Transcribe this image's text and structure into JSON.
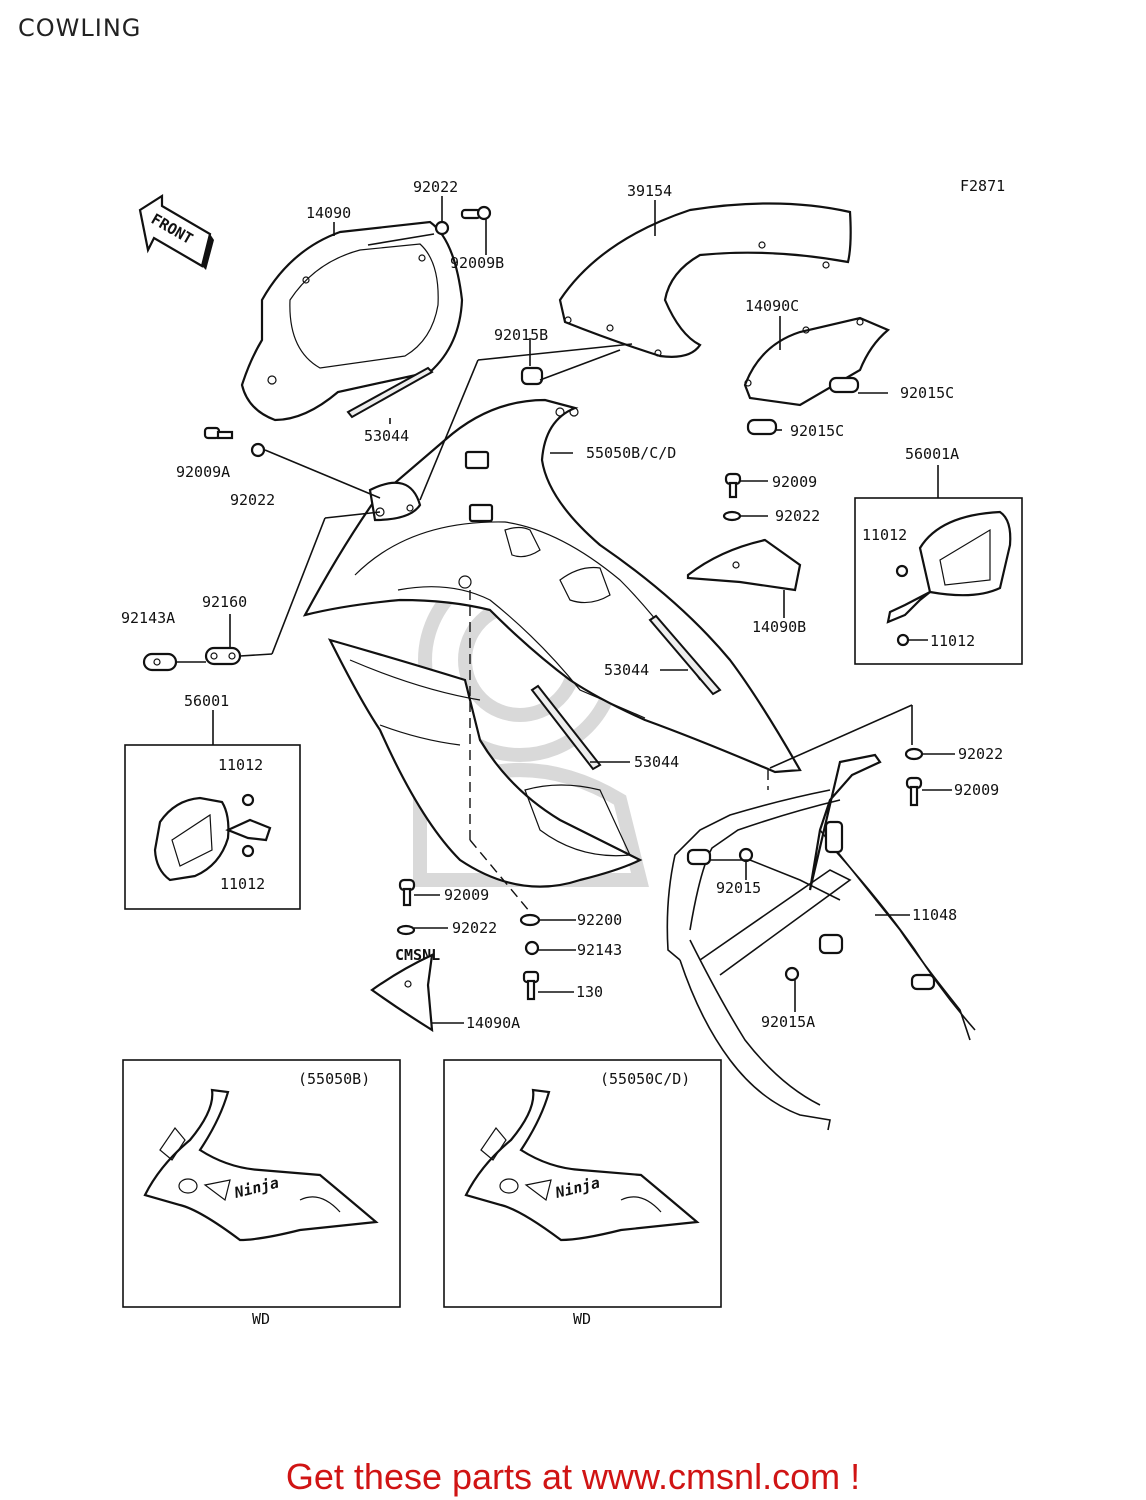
{
  "page": {
    "title": "COWLING",
    "footer_cta": "Get these parts at www.cmsnl.com !"
  },
  "diagram": {
    "figure_code": "F2871",
    "front_arrow": "FRONT",
    "watermark": "CMSNL",
    "part_labels": {
      "p92022_top": "92022",
      "p14090": "14090",
      "p92009B": "92009B",
      "p39154": "39154",
      "p92015B": "92015B",
      "p14090C": "14090C",
      "p92015C_1": "92015C",
      "p92015C_2": "92015C",
      "p53044_1": "53044",
      "p92009A": "92009A",
      "p92022_left": "92022",
      "p55050BCD": "55050B/C/D",
      "p92009_mid": "92009",
      "p92022_mid": "92022",
      "p56001A": "56001A",
      "p11012_r1": "11012",
      "p11012_r2": "11012",
      "p14090B": "14090B",
      "p92143A": "92143A",
      "p92160": "92160",
      "p53044_2": "53044",
      "p53044_3": "53044",
      "p56001": "56001",
      "p11012_l1": "11012",
      "p11012_l2": "11012",
      "p92022_right": "92022",
      "p92009_right": "92009",
      "p92015": "92015",
      "p11048": "11048",
      "p92009_low": "92009",
      "p92200": "92200",
      "p92022_low": "92022",
      "p92143": "92143",
      "p130": "130",
      "p14090A": "14090A",
      "p92015A": "92015A"
    },
    "variants": [
      {
        "caption": "(55050B)",
        "market": "WD",
        "logo": "Ninja"
      },
      {
        "caption": "(55050C/D)",
        "market": "WD",
        "logo": "Ninja"
      }
    ]
  }
}
